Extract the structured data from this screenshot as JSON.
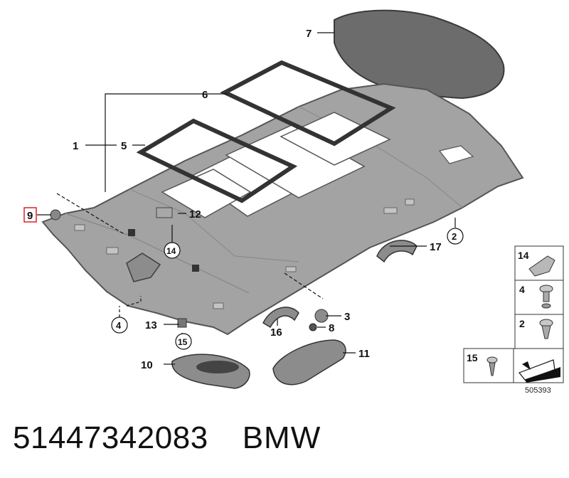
{
  "diagram": {
    "callouts": {
      "c1": "1",
      "c2": "2",
      "c3": "3",
      "c4": "4",
      "c5": "5",
      "c6": "6",
      "c7": "7",
      "c8": "8",
      "c9": "9",
      "c10": "10",
      "c11": "11",
      "c12": "12",
      "c13": "13",
      "c14": "14",
      "c15": "15",
      "c16": "16",
      "c17": "17"
    },
    "legend": {
      "items": [
        "14",
        "4",
        "2",
        "15"
      ]
    },
    "reference_number": "505393",
    "highlight_color": "#d8232a"
  },
  "caption": {
    "part_number": "51447342083",
    "brand": "BMW"
  }
}
